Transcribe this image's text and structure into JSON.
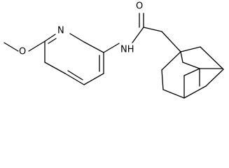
{
  "molecule": {
    "atoms": {
      "methoxy_oxygen": "O",
      "pyridine_nitrogen": "N",
      "amide_nitrogen": "NH",
      "carbonyl_oxygen": "O"
    }
  }
}
